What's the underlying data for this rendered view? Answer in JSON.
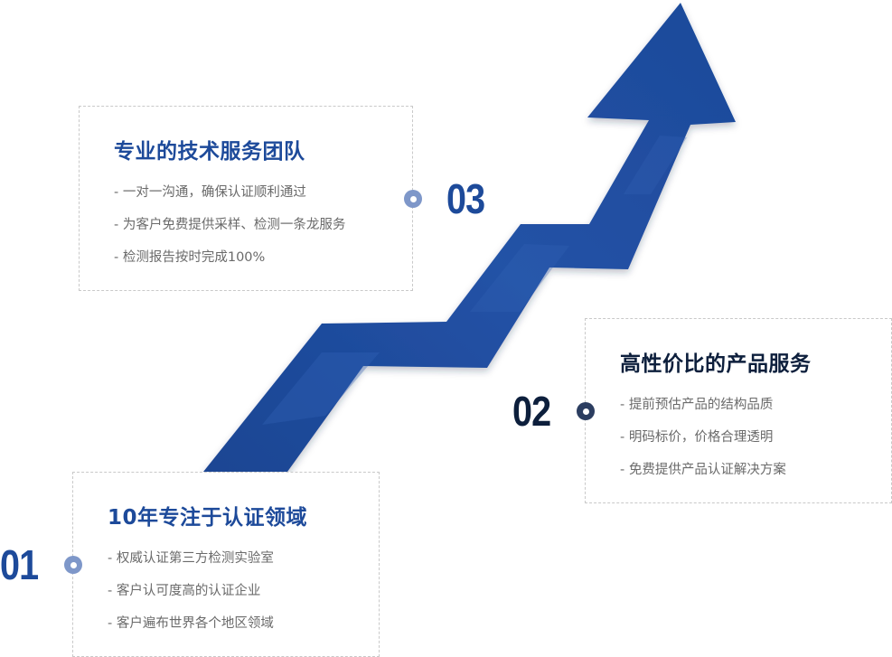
{
  "colors": {
    "arrow": "#1d4a9a",
    "arrow_shade": "#2e5caf",
    "title_blue": "#1d4a9a",
    "title_dark": "#0d1f3c",
    "number_blue": "#1d4a9a",
    "number_dark": "#0d1f3c",
    "dot_blue": "#7e97c9",
    "dot_dark": "#2b3d60"
  },
  "steps": [
    {
      "number": "03",
      "title": "专业的技术服务团队",
      "items": [
        "- 一对一沟通，确保认证顺利通过",
        "- 为客户免费提供采样、检测一条龙服务",
        "- 检测报告按时完成100%"
      ]
    },
    {
      "number": "02",
      "title": "高性价比的产品服务",
      "items": [
        "- 提前预估产品的结构品质",
        "- 明码标价，价格合理透明",
        "- 免费提供产品认证解决方案"
      ]
    },
    {
      "number": "01",
      "title": "10年专注于认证领域",
      "items": [
        "- 权威认证第三方检测实验室",
        "- 客户认可度高的认证企业",
        "- 客户遍布世界各个地区领域"
      ]
    }
  ]
}
